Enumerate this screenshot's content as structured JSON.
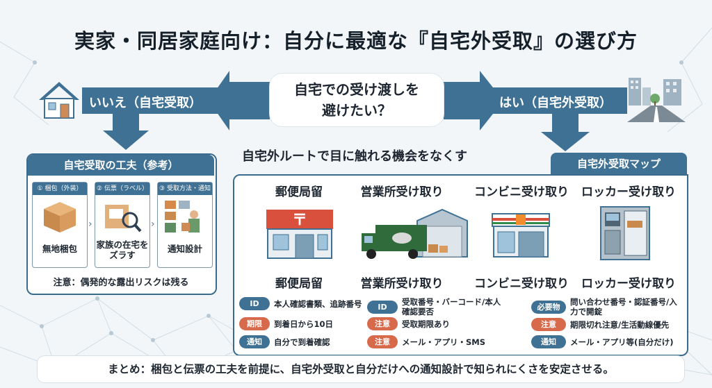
{
  "title": "実家・同居家庭向け：自分に最適な『自宅外受取』の選び方",
  "question": {
    "line1": "自宅での受け渡しを",
    "line2": "避けたい？"
  },
  "branch_no": "いいえ（自宅受取）",
  "branch_yes": "はい（自宅外受取）",
  "left_panel": {
    "title": "自宅受取の工夫（参考）",
    "steps": [
      {
        "tag": "① 梱包（外装）",
        "label": "無地梱包"
      },
      {
        "tag": "② 伝票（ラベル）",
        "label": "家族の在宅をズラす"
      },
      {
        "tag": "③ 受取方法・通知",
        "label": "通知設計"
      }
    ],
    "note": "注意：偶発的な露出リスクは残る"
  },
  "route_title": "自宅外ルートで目に触れる機会をなくす",
  "map_tab": "自宅外受取マップ",
  "options": [
    {
      "name": "郵便局留",
      "sub": "郵便局留",
      "rows": [
        {
          "pill": "ID",
          "text": "本人確認書類、追跡番号"
        },
        {
          "pill": "期限",
          "text": "到着日から10日"
        },
        {
          "pill": "通知",
          "text": "自分で到着確認"
        }
      ]
    },
    {
      "name": "営業所受け取り",
      "sub": "営業所受け取り",
      "rows": [
        {
          "pill": "ID",
          "text": "受取番号・バーコード/本人確認要否"
        },
        {
          "pill": "注意",
          "text": "受取期限あり"
        },
        {
          "pill": "注意",
          "text": "メール・アプリ・SMS"
        }
      ]
    },
    {
      "name": "コンビニ受け取り",
      "sub": "コンビニ受け取り"
    },
    {
      "name": "ロッカー受け取り",
      "sub": "ロッカー受け取り",
      "rows": [
        {
          "pill": "必要物",
          "text": "問い合わせ番号・認証番号/入力で開錠"
        },
        {
          "pill": "注意",
          "text": "期限切れ注意/生活動線優先"
        },
        {
          "pill": "通知",
          "text": "メール・アプリ等(自分だけ)"
        }
      ]
    }
  ],
  "summary": "まとめ：梱包と伝票の工夫を前提に、自宅外受取と自分だけへの通知設計で知られにくさを安定させる。",
  "colors": {
    "primary": "#3f7194",
    "accent": "#d86a4c",
    "post_red": "#d9503c",
    "truck_green": "#2f6b3b"
  },
  "icons": [
    "house-icon",
    "city-road-icon",
    "box-icon",
    "label-magnifier-icon",
    "notification-icon",
    "post-office-icon",
    "truck-depot-icon",
    "convenience-store-icon",
    "locker-icon"
  ]
}
